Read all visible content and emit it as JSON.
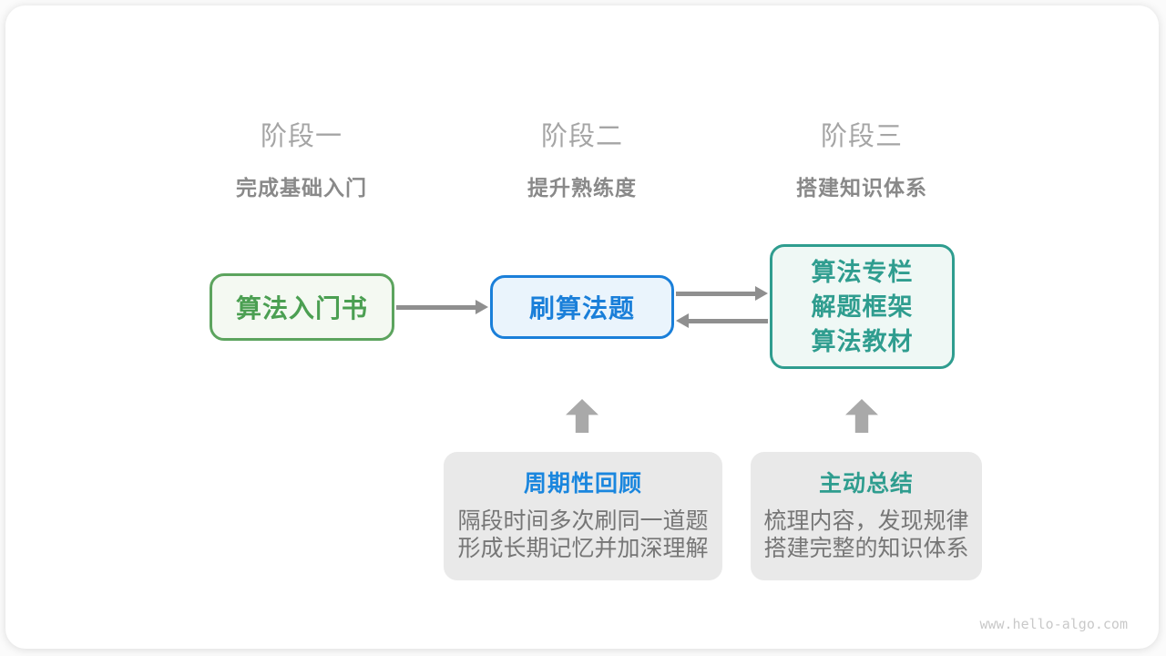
{
  "colors": {
    "green": "#4b9f52",
    "blue": "#1a7fd9",
    "teal": "#2f9d8f",
    "arrow_gray": "#8f8f8f",
    "block_arrow_gray": "#a9a9a9",
    "stage_title_gray": "#a5a5a5",
    "stage_subtitle_gray": "#898989",
    "note_bg": "#e9e9e9",
    "note_body_gray": "#767676"
  },
  "stages": [
    {
      "title": "阶段一",
      "subtitle": "完成基础入门"
    },
    {
      "title": "阶段二",
      "subtitle": "提升熟练度"
    },
    {
      "title": "阶段三",
      "subtitle": "搭建知识体系"
    }
  ],
  "nodes": {
    "intro_book": {
      "label": "算法入门书"
    },
    "practice": {
      "label": "刷算法题"
    },
    "resources": {
      "lines": [
        "算法专栏",
        "解题框架",
        "算法教材"
      ]
    }
  },
  "notes": [
    {
      "title": "周期性回顾",
      "lines": [
        "隔段时间多次刷同一道题",
        "形成长期记忆并加深理解"
      ]
    },
    {
      "title": "主动总结",
      "lines": [
        "梳理内容，发现规律",
        "搭建完整的知识体系"
      ]
    }
  ],
  "watermark": "www.hello-algo.com"
}
